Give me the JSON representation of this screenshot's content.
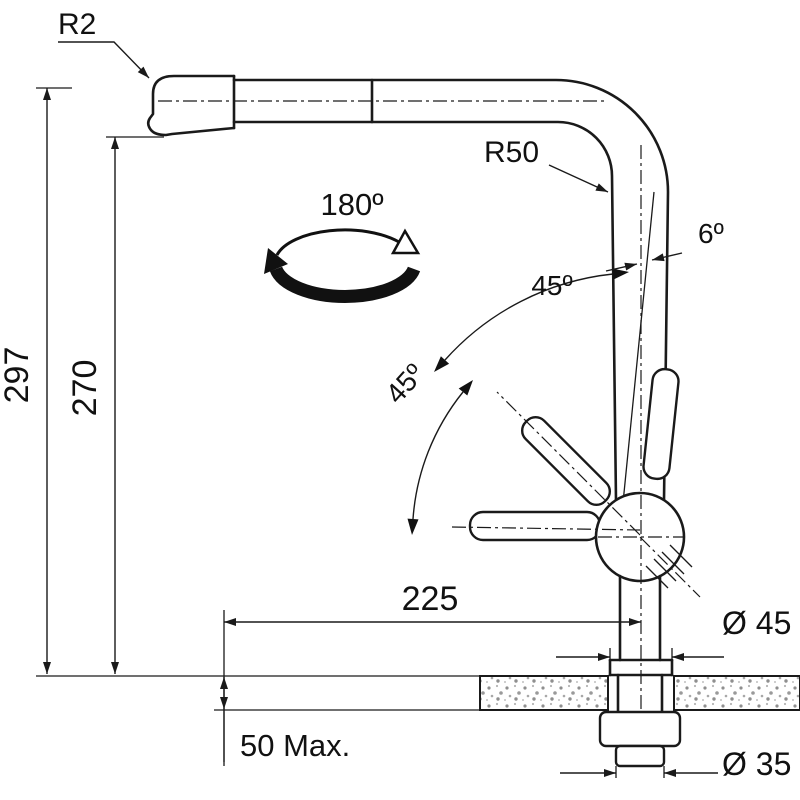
{
  "diagram": {
    "labels": {
      "r2": "R2",
      "r50": "R50",
      "rotation": "180º",
      "tilt": "6º",
      "angle_upper": "45º",
      "angle_lower": "45º",
      "height_total": "297",
      "height_spout": "270",
      "reach": "225",
      "base_diameter": "Ø 45",
      "max_thickness": "50 Max.",
      "hole_diameter": "Ø 35"
    },
    "colors": {
      "line": "#1a1a1a",
      "background": "#ffffff",
      "speckle": "#9a9a9a"
    }
  }
}
